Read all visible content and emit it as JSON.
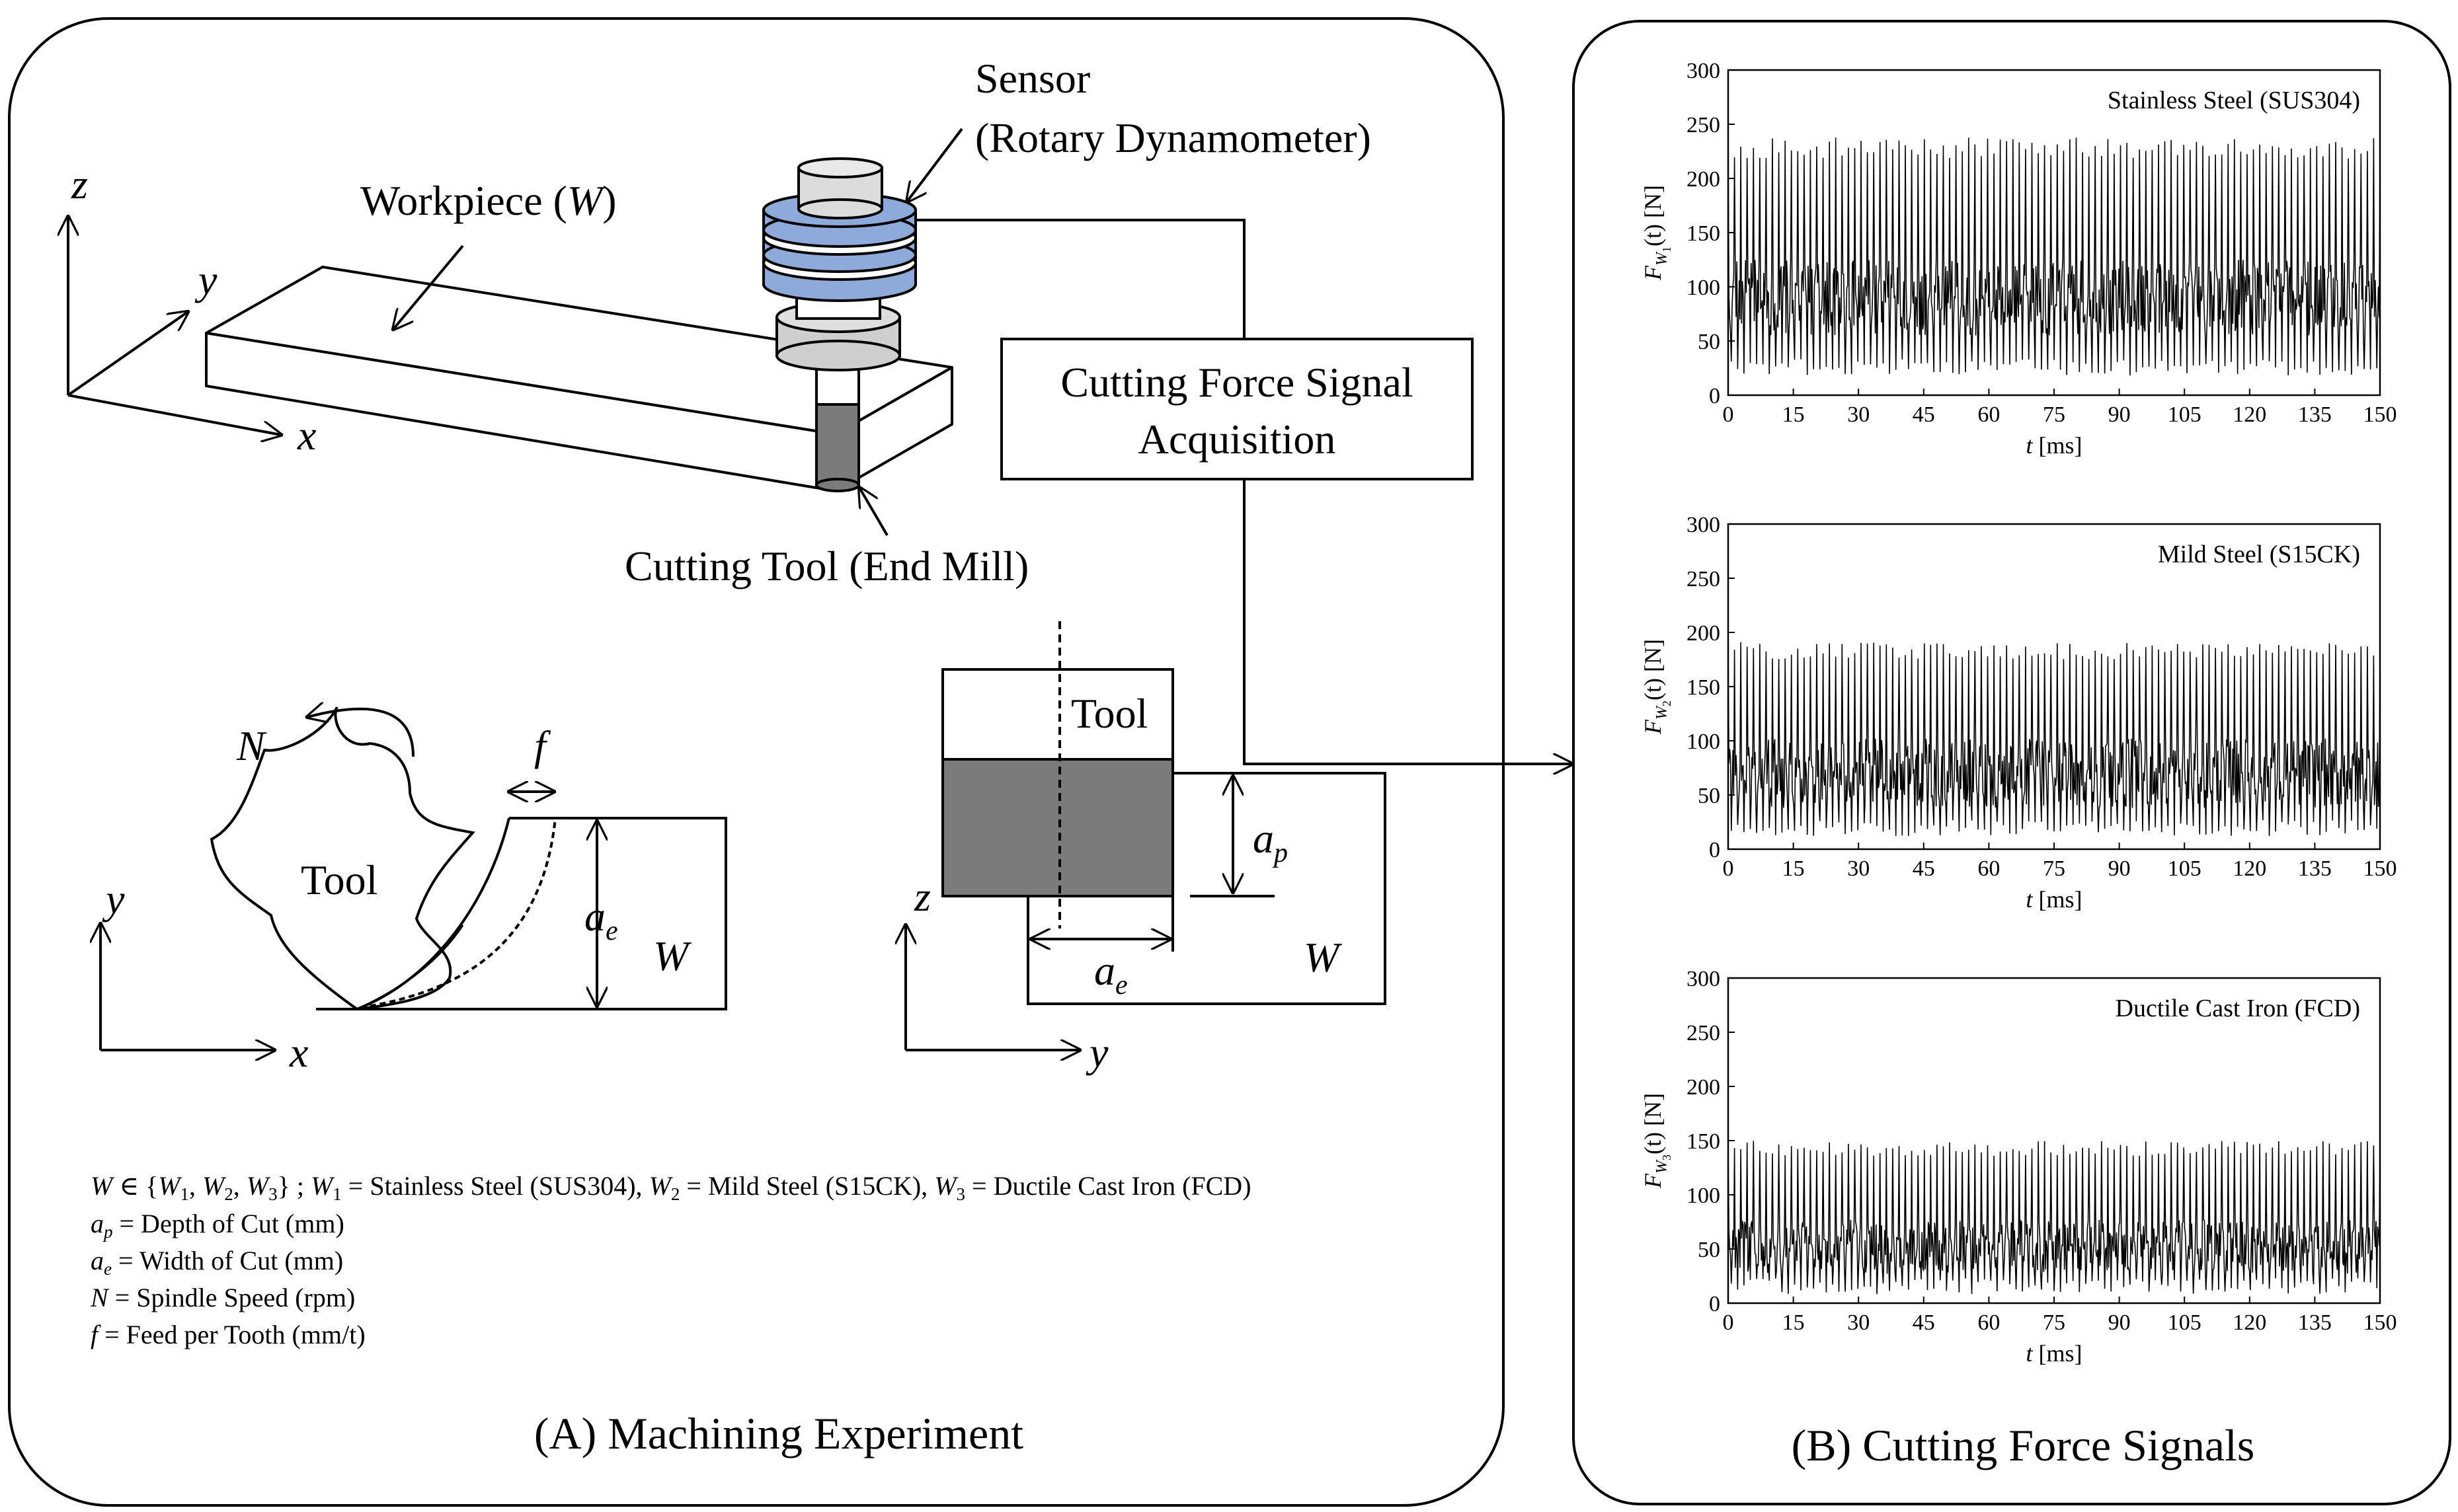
{
  "panel_a": {
    "caption": "(A) Machining Experiment",
    "sensor_label_1": "Sensor",
    "sensor_label_2": "(Rotary Dynamometer)",
    "workpiece_label": "Workpiece (",
    "workpiece_symbol": "W",
    "workpiece_close": ")",
    "tool_label": "Cutting Tool (End Mill)",
    "acquisition_line_1": "Cutting Force Signal",
    "acquisition_line_2": "Acquisition",
    "axis_x": "x",
    "axis_y": "y",
    "axis_z": "z",
    "top_view": {
      "tool": "Tool",
      "N": "N",
      "f": "f",
      "a": "a",
      "e": "e",
      "W": "W",
      "x": "x",
      "y": "y"
    },
    "side_view": {
      "tool": "Tool",
      "a": "a",
      "p": "p",
      "e": "e",
      "W": "W",
      "y": "y",
      "z": "z"
    },
    "legend": {
      "line1_a": "W",
      "line1_b": " ∈ {",
      "line1_c": "W",
      "line1_c_sub": "1",
      "line1_d": ", ",
      "line1_e": "W",
      "line1_e_sub": "2",
      "line1_f": ", ",
      "line1_g": "W",
      "line1_g_sub": "3",
      "line1_h": "} ; ",
      "line1_i": "W",
      "line1_i_sub": "1",
      "line1_j": " = Stainless Steel (SUS304), ",
      "line1_k": "W",
      "line1_k_sub": "2",
      "line1_l": " = Mild Steel (S15CK), ",
      "line1_m": "W",
      "line1_m_sub": "3",
      "line1_n": " = Ductile Cast Iron (FCD)",
      "ap_sym": "a",
      "ap_sub": "p",
      "ap_text": " = Depth of Cut (mm)",
      "ae_sym": "a",
      "ae_sub": "e",
      "ae_text": " = Width of Cut (mm)",
      "N_sym": "N",
      "N_text": " = Spindle Speed (rpm)",
      "f_sym": "f",
      "f_text": " =  Feed per Tooth (mm/t)"
    }
  },
  "panel_b": {
    "caption": "(B) Cutting Force Signals"
  },
  "chart_data": [
    {
      "type": "line",
      "title": "Stainless Steel (SUS304)",
      "ylabel_main": "F",
      "ylabel_sub": "W",
      "ylabel_subsub": "1",
      "ylabel_rest": "(t) [N]",
      "xlabel_t": "t",
      "xlabel_rest": " [ms]",
      "xlim": [
        0,
        150
      ],
      "ylim": [
        0,
        300
      ],
      "xticks": [
        0,
        15,
        30,
        45,
        60,
        75,
        90,
        105,
        120,
        135,
        150
      ],
      "yticks": [
        0,
        50,
        100,
        150,
        200,
        250,
        300
      ],
      "signal": {
        "peak_mean": 228,
        "peak_spread": 10,
        "cycles": 103,
        "mid_center": 90,
        "mid_spread": 35,
        "low": 18
      }
    },
    {
      "type": "line",
      "title": "Mild Steel (S15CK)",
      "ylabel_main": "F",
      "ylabel_sub": "W",
      "ylabel_subsub": "2",
      "ylabel_rest": "(t) [N]",
      "xlabel_t": "t",
      "xlabel_rest": " [ms]",
      "xlim": [
        0,
        150
      ],
      "ylim": [
        0,
        300
      ],
      "xticks": [
        0,
        15,
        30,
        45,
        60,
        75,
        90,
        105,
        120,
        135,
        150
      ],
      "yticks": [
        0,
        50,
        100,
        150,
        200,
        250,
        300
      ],
      "signal": {
        "peak_mean": 183,
        "peak_spread": 8,
        "cycles": 103,
        "mid_center": 70,
        "mid_spread": 32,
        "low": 12
      }
    },
    {
      "type": "line",
      "title": "Ductile Cast Iron (FCD)",
      "ylabel_main": "F",
      "ylabel_sub": "W",
      "ylabel_subsub": "3",
      "ylabel_rest": "(t) [N]",
      "xlabel_t": "t",
      "xlabel_rest": " [ms]",
      "xlim": [
        0,
        150
      ],
      "ylim": [
        0,
        300
      ],
      "xticks": [
        0,
        15,
        30,
        45,
        60,
        75,
        90,
        105,
        120,
        135,
        150
      ],
      "yticks": [
        0,
        50,
        100,
        150,
        200,
        250,
        300
      ],
      "signal": {
        "peak_mean": 143,
        "peak_spread": 7,
        "cycles": 103,
        "mid_center": 52,
        "mid_spread": 25,
        "low": 8
      }
    }
  ]
}
